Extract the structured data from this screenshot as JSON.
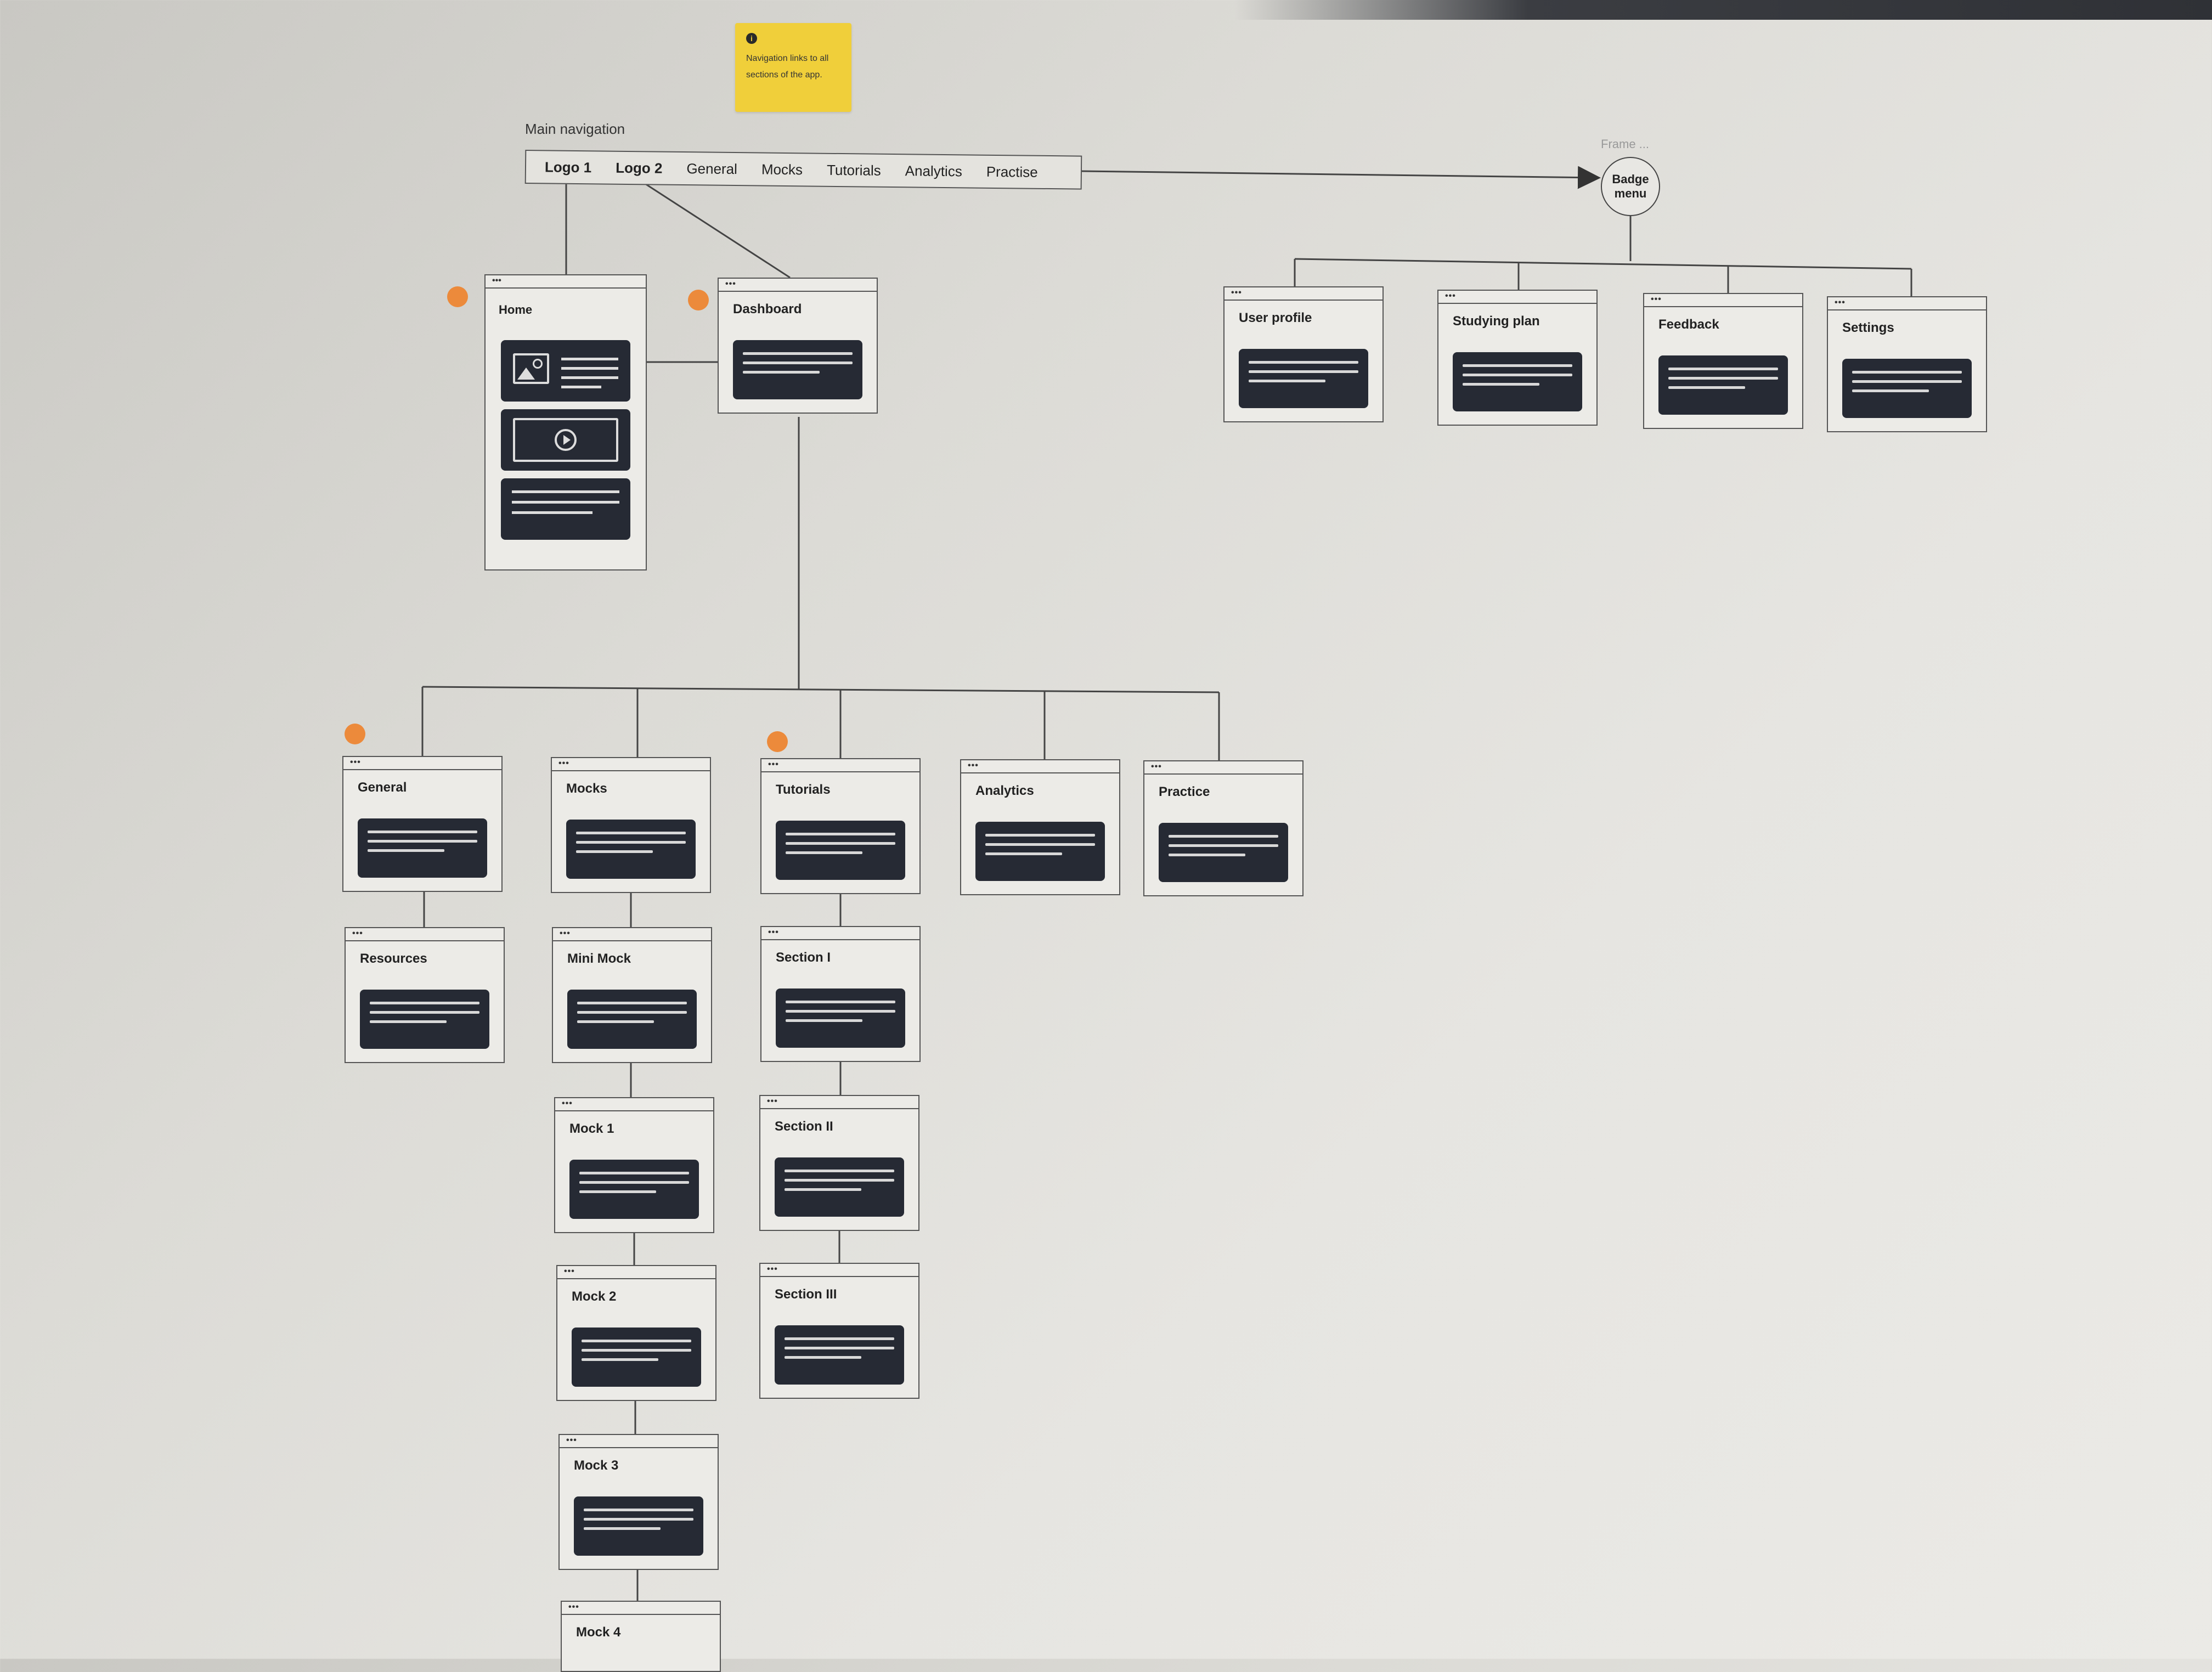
{
  "sticky_note": {
    "text": "Navigation links to all sections of the app.",
    "color": "#f0cf3a"
  },
  "main_navigation": {
    "label": "Main navigation",
    "items": [
      "Logo 1",
      "Logo 2",
      "General",
      "Mocks",
      "Tutorials",
      "Analytics",
      "Practise"
    ]
  },
  "frame_label": "Frame ...",
  "badge_menu": "Badge menu",
  "home": {
    "title": "Home"
  },
  "cards": {
    "dashboard": "Dashboard",
    "user_profile": "User profile",
    "studying_plan": "Studying plan",
    "feedback": "Feedback",
    "settings": "Settings",
    "general": "General",
    "mocks": "Mocks",
    "tutorials": "Tutorials",
    "analytics": "Analytics",
    "practice": "Practice",
    "resources": "Resources",
    "mini_mock": "Mini Mock",
    "mock_1": "Mock 1",
    "mock_2": "Mock 2",
    "mock_3": "Mock 3",
    "mock_4": "Mock 4",
    "section_1": "Section I",
    "section_2": "Section II",
    "section_3": "Section III"
  },
  "colors": {
    "marker": "#ec8a3b",
    "content_block": "#262a34"
  }
}
